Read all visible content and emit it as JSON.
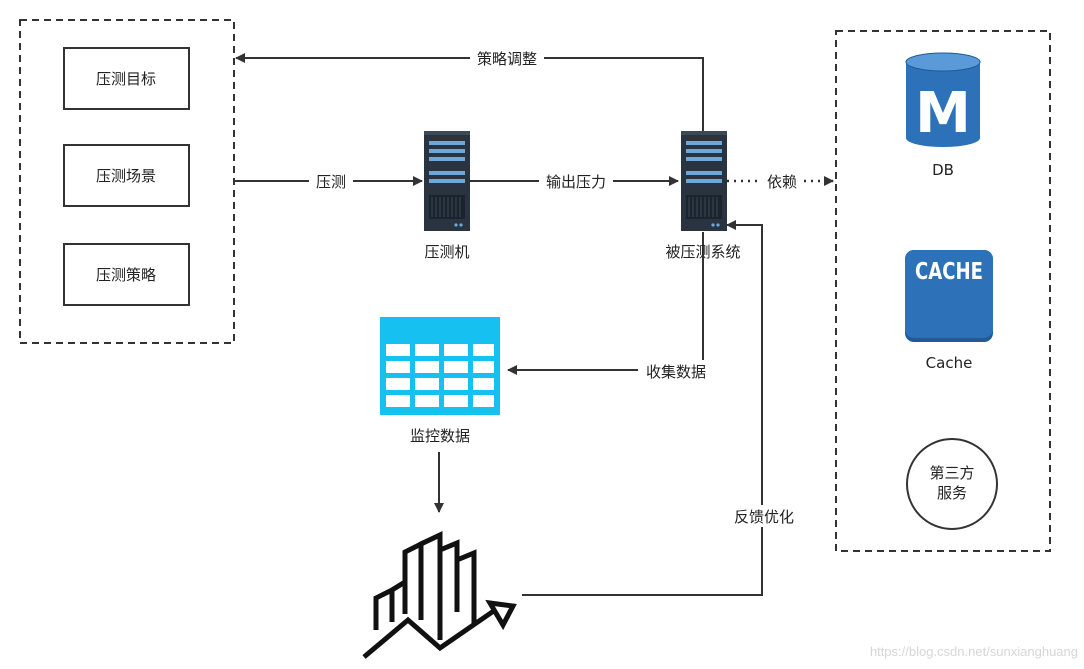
{
  "left_panel": {
    "items": [
      "压测目标",
      "压测场景",
      "压测策略"
    ]
  },
  "nodes": {
    "press_machine": "压测机",
    "target_system": "被压测系统",
    "monitor_data": "监控数据"
  },
  "edges": {
    "strategy_adjust": "策略调整",
    "press": "压测",
    "output_pressure": "输出压力",
    "depend": "依赖",
    "collect_data": "收集数据",
    "feedback_optimize": "反馈优化"
  },
  "right_panel": {
    "db_glyph": "M",
    "db_label": "DB",
    "cache_glyph": "CACHE",
    "cache_label": "Cache",
    "third_party_line1": "第三方",
    "third_party_line2": "服务"
  },
  "watermark": "https://blog.csdn.net/sunxianghuang",
  "colors": {
    "db_blue": "#2d72b8",
    "db_blue_dark": "#1f5a97",
    "db_blue_light": "#5a9ad8",
    "cache_blue": "#2d72b8",
    "monitor_cyan": "#16c0f0",
    "server_dark": "#2a3440",
    "server_stripe": "#6fa8d6",
    "arrow": "#333333"
  },
  "icons": {
    "press_machine": "server-icon",
    "target_system": "server-icon",
    "monitor_data": "table-icon",
    "trend": "growth-chart-icon",
    "db": "database-icon",
    "cache": "cache-icon",
    "third_party": "circle-icon"
  }
}
